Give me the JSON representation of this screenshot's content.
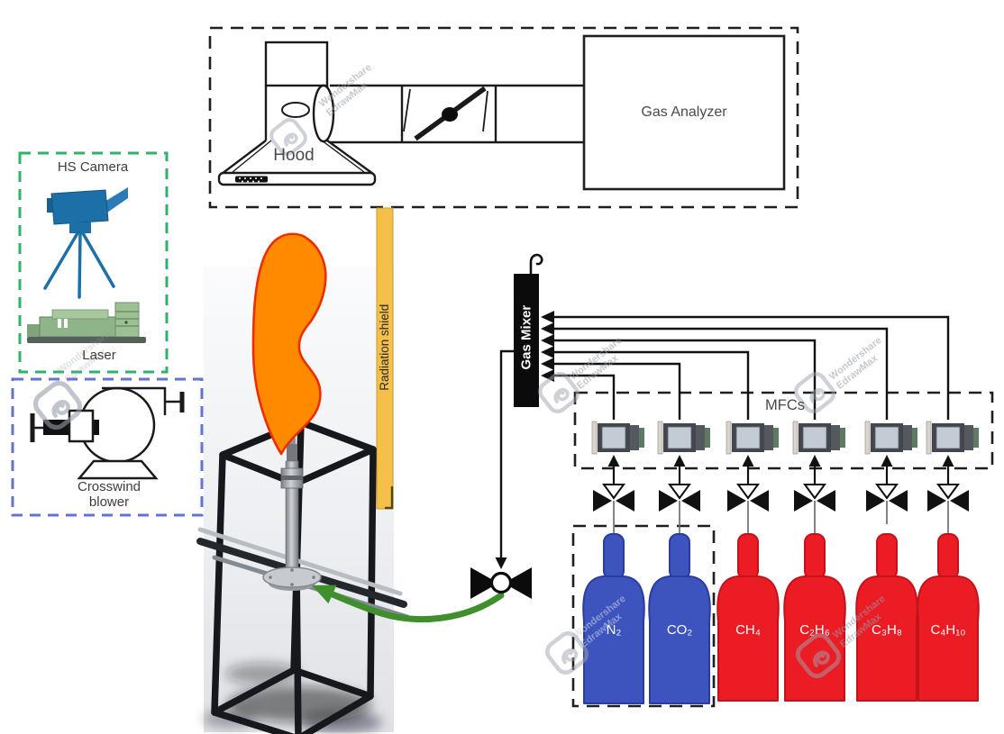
{
  "diagram": {
    "exhaust_section": {
      "hood": "Hood",
      "gas_analyzer": "Gas Analyzer"
    },
    "imaging_section": {
      "camera": "HS Camera",
      "laser": "Laser"
    },
    "blower_section": {
      "label": "Crosswind blower"
    },
    "radiation_shield": {
      "label": "Radiation shield",
      "color": "#F4C04A"
    },
    "gas_mixer": {
      "label": "Gas Mixer"
    },
    "mfc_section": {
      "label": "MFCs",
      "count": 6
    },
    "cylinders": [
      {
        "label": "N₂",
        "group": "inert",
        "color": "#3D53BE"
      },
      {
        "label": "CO₂",
        "group": "inert",
        "color": "#3D53BE"
      },
      {
        "label": "CH₄",
        "group": "fuel",
        "color": "#EC1C24"
      },
      {
        "label": "C₂H₆",
        "group": "fuel",
        "color": "#EC1C24"
      },
      {
        "label": "C₃H₈",
        "group": "fuel",
        "color": "#EC1C24"
      },
      {
        "label": "C₄H₁₀",
        "group": "fuel",
        "color": "#EC1C24"
      }
    ],
    "flame_color": "#FF8A00",
    "accents": {
      "camera_box": "#2FB36B",
      "blower_box": "#6472D0",
      "dashed_box": "#1f1f1f"
    },
    "watermark": {
      "line1": "Wondershare",
      "line2": "EdrawMax"
    }
  }
}
